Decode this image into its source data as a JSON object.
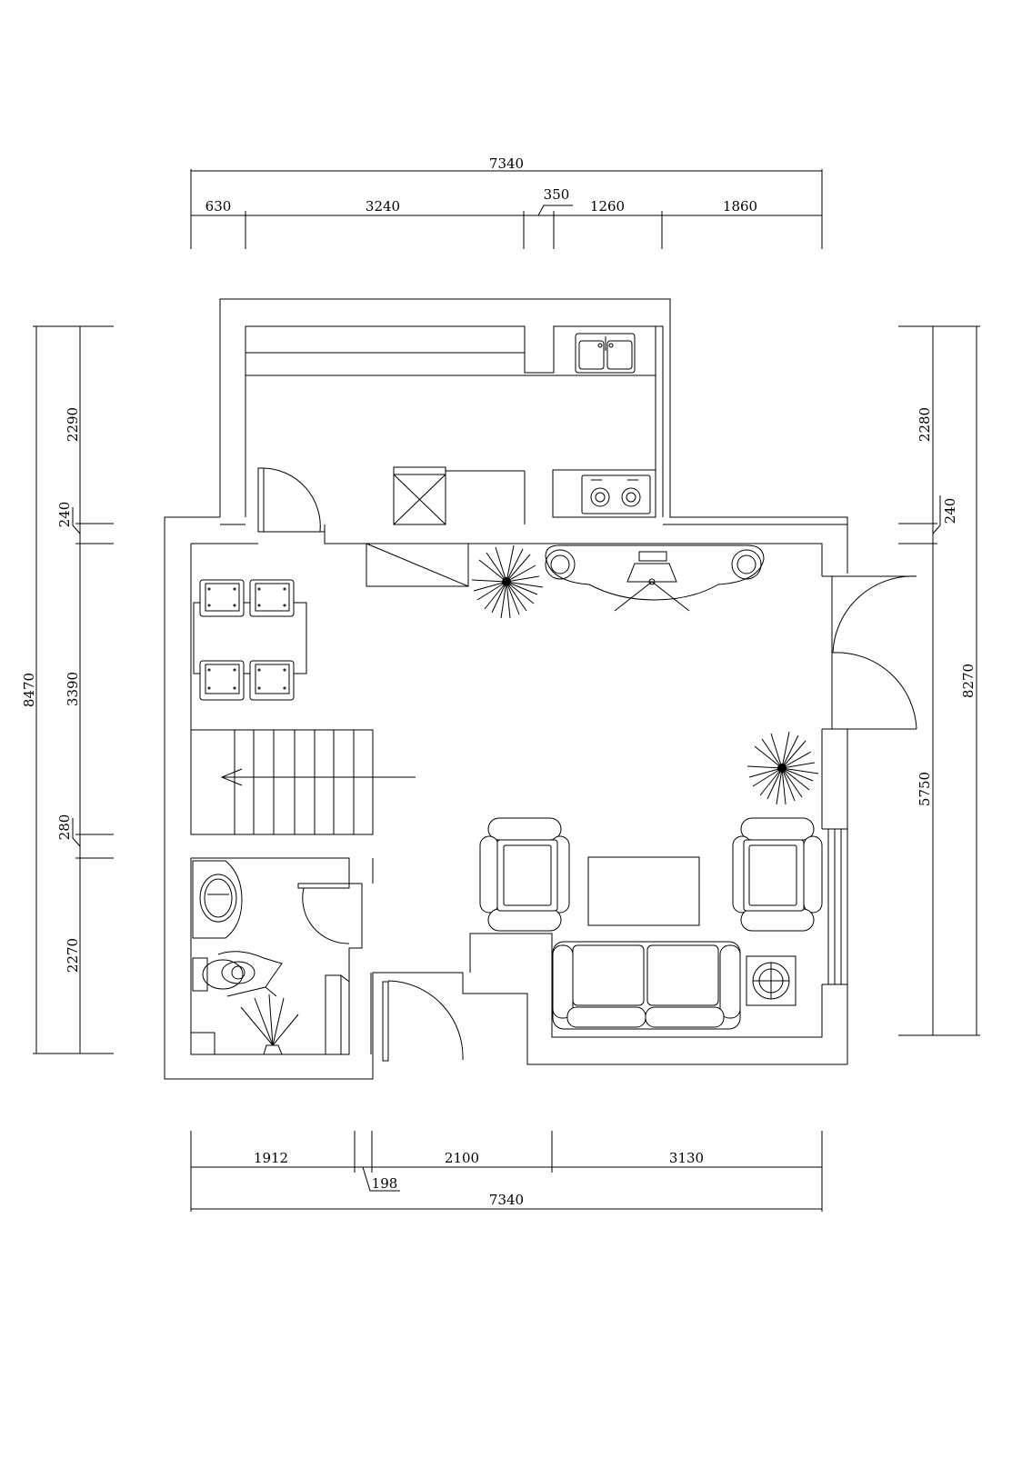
{
  "dimensions": {
    "top_total": "7340",
    "top_segments": [
      "630",
      "3240",
      "350",
      "1260",
      "1860"
    ],
    "bottom_segments": [
      "1912",
      "198",
      "2100",
      "3130"
    ],
    "bottom_total": "7340",
    "left_segments": [
      "2290",
      "240",
      "3390",
      "280",
      "2270"
    ],
    "left_total": "8470",
    "right_segments": [
      "2280",
      "240",
      "5750"
    ],
    "right_total": "8270"
  },
  "fixtures": {
    "kitchen": [
      "double-sink-icon",
      "gas-stove-icon",
      "fridge-icon"
    ],
    "dining": [
      "dining-table",
      "dining-chair-icon"
    ],
    "living": [
      "armchair-icon",
      "sofa-icon",
      "coffee-table",
      "side-table-icon",
      "tv-cabinet",
      "potted-plant-icon"
    ],
    "bathroom": [
      "washbasin-icon",
      "toilet-icon",
      "shower-icon"
    ],
    "circulation": [
      "staircase",
      "door-icon"
    ]
  }
}
